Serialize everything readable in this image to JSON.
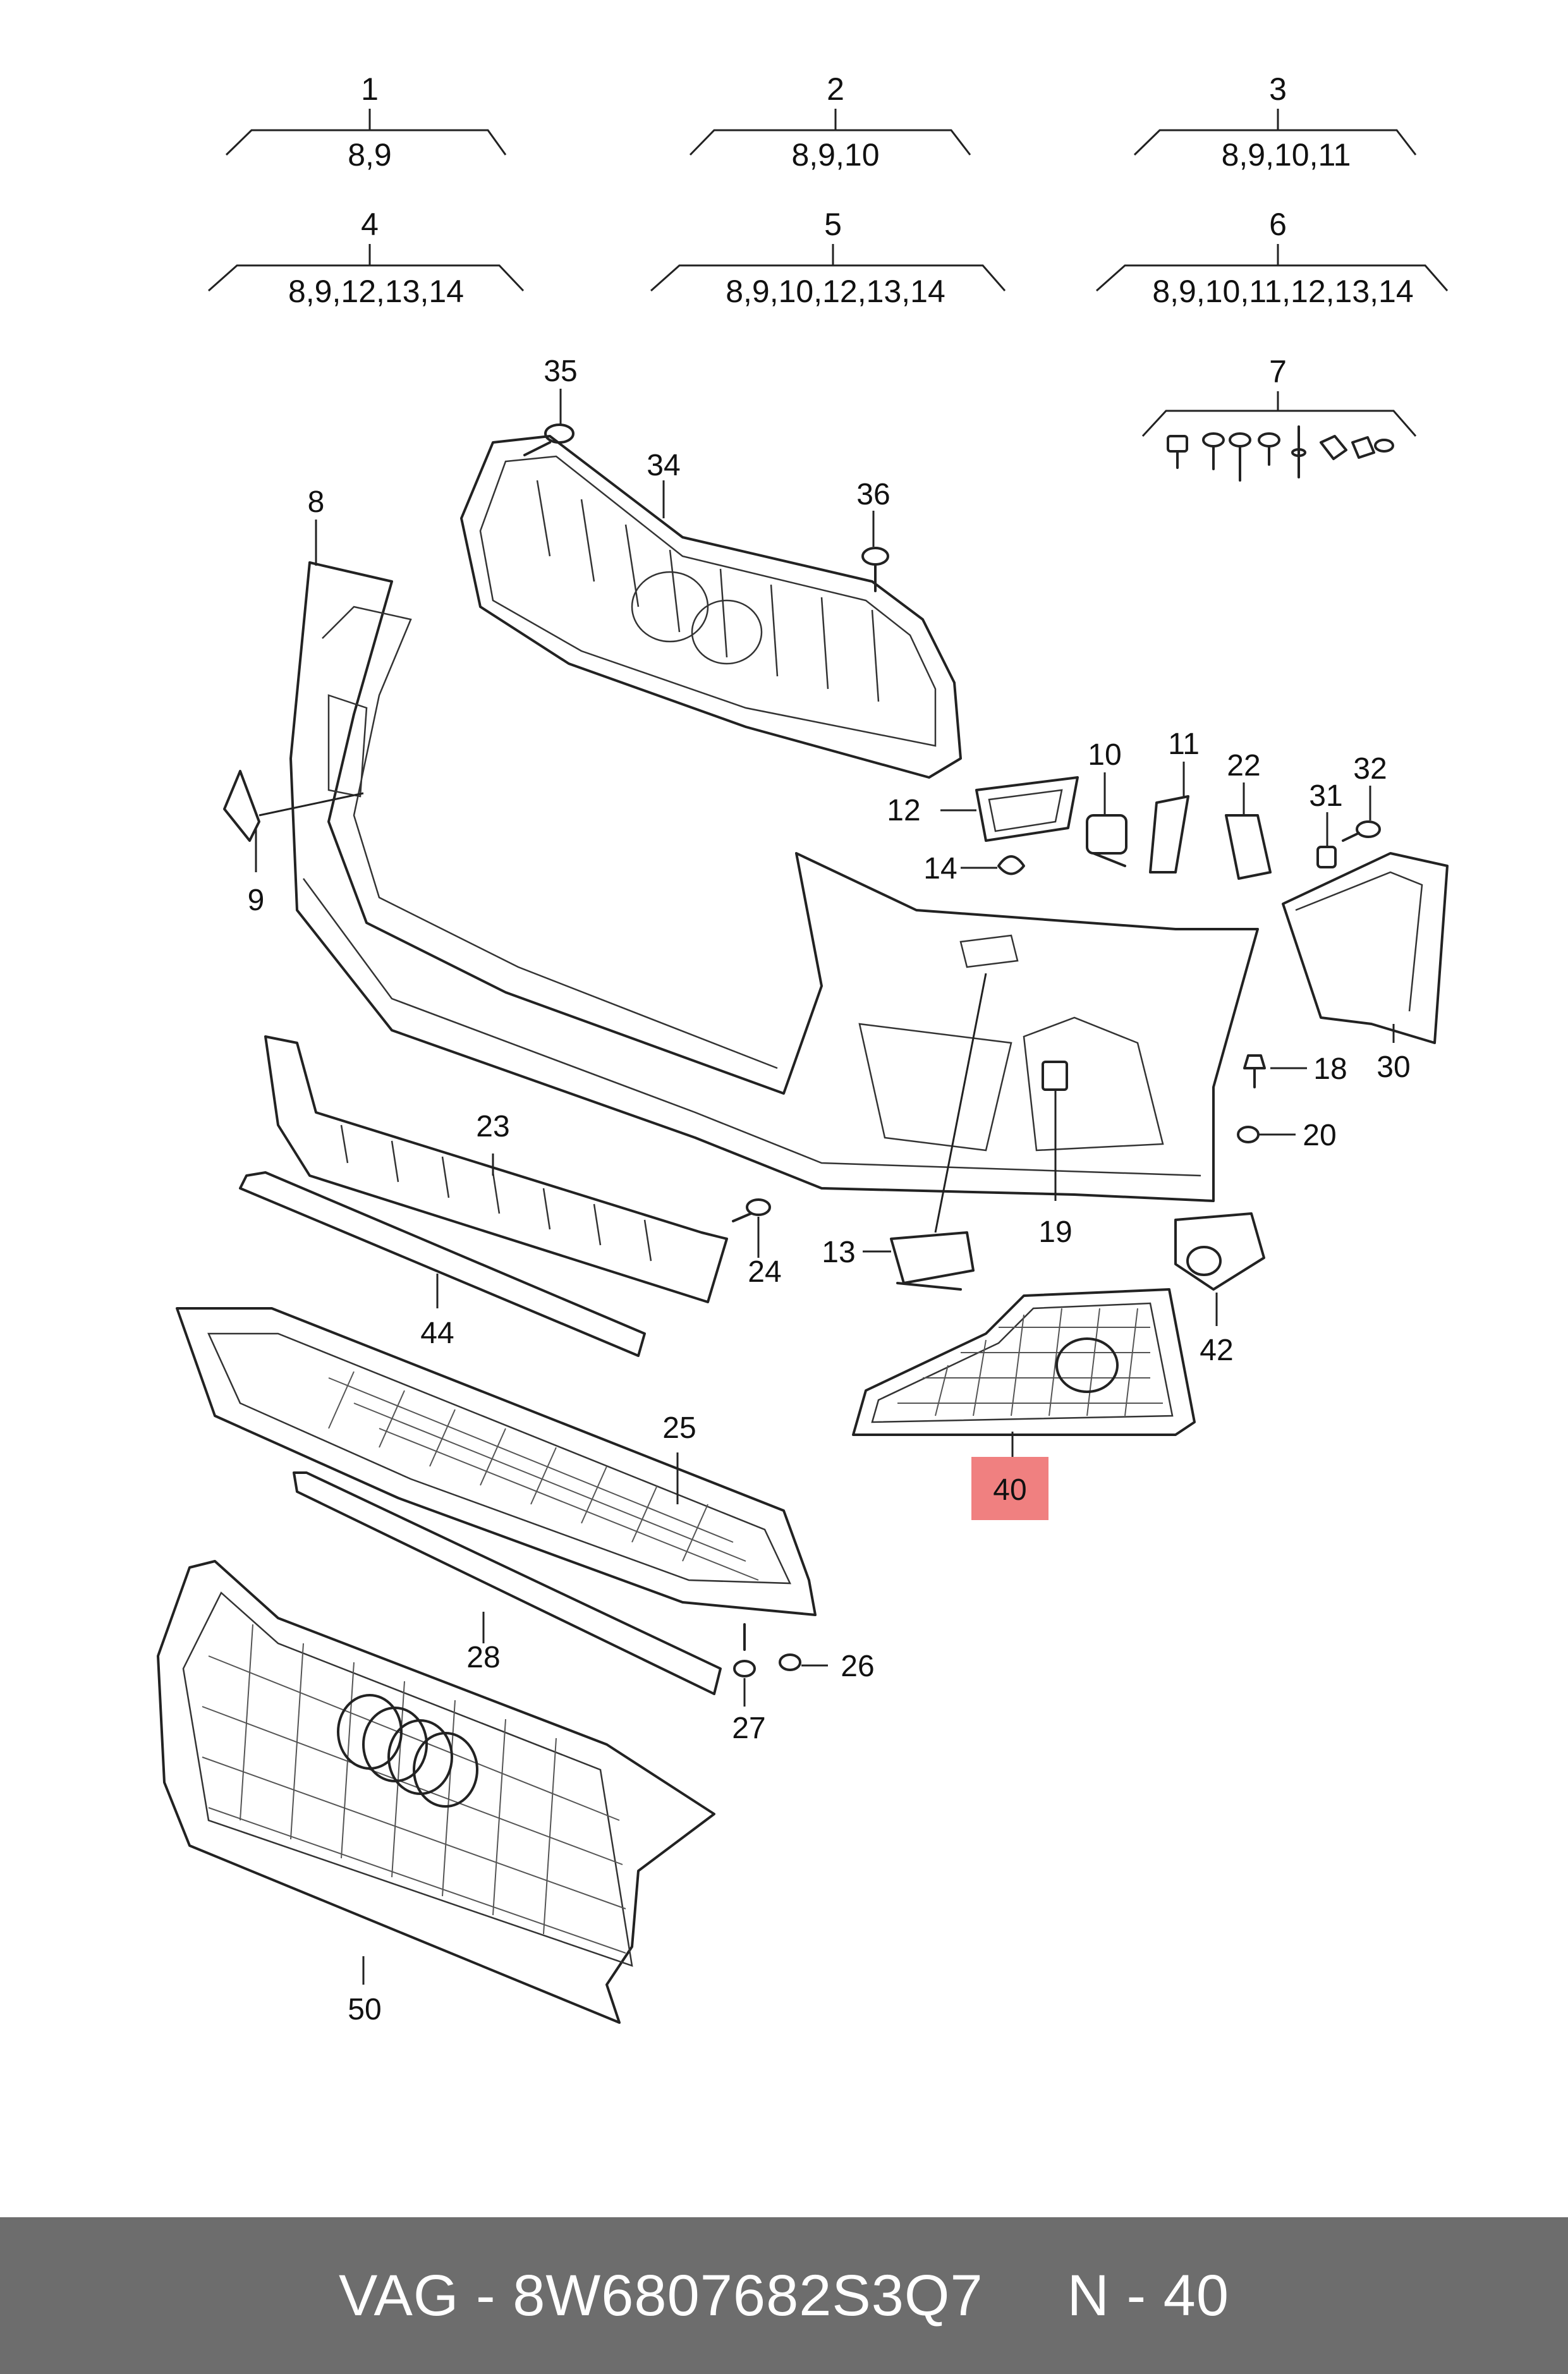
{
  "groups": [
    {
      "num": "1",
      "sub": "8,9"
    },
    {
      "num": "2",
      "sub": "8,9,10"
    },
    {
      "num": "3",
      "sub": "8,9,10,11"
    },
    {
      "num": "4",
      "sub": "8,9,12,13,14"
    },
    {
      "num": "5",
      "sub": "8,9,10,12,13,14"
    },
    {
      "num": "6",
      "sub": "8,9,10,11,12,13,14"
    },
    {
      "num": "7",
      "sub": ""
    }
  ],
  "callouts": [
    "8",
    "9",
    "10",
    "11",
    "12",
    "13",
    "14",
    "18",
    "19",
    "20",
    "22",
    "23",
    "24",
    "25",
    "26",
    "27",
    "28",
    "30",
    "31",
    "32",
    "34",
    "35",
    "36",
    "40",
    "42",
    "44",
    "50"
  ],
  "highlight": {
    "label": "40",
    "color": "#f08080"
  },
  "footer": {
    "brand": "VAG",
    "separator": " - ",
    "part_number": "8W6807682S3Q7",
    "position_label": "N - 40"
  },
  "colors": {
    "footer_bg": "#6d6d6d",
    "footer_text": "#ffffff",
    "line": "#222222"
  }
}
